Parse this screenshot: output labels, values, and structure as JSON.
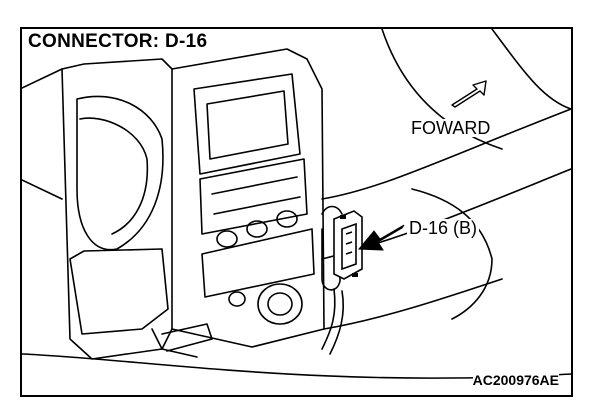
{
  "diagram": {
    "title": "CONNECTOR: D-16",
    "direction_label": "FOWARD",
    "connector_label": "D-16 (B)",
    "figure_code": "AC200976AE"
  },
  "icons": {
    "direction_arrow": "outline-arrow-icon",
    "pointer_arrow": "solid-arrow-icon"
  },
  "colors": {
    "ink": "#000000",
    "paper": "#ffffff"
  }
}
